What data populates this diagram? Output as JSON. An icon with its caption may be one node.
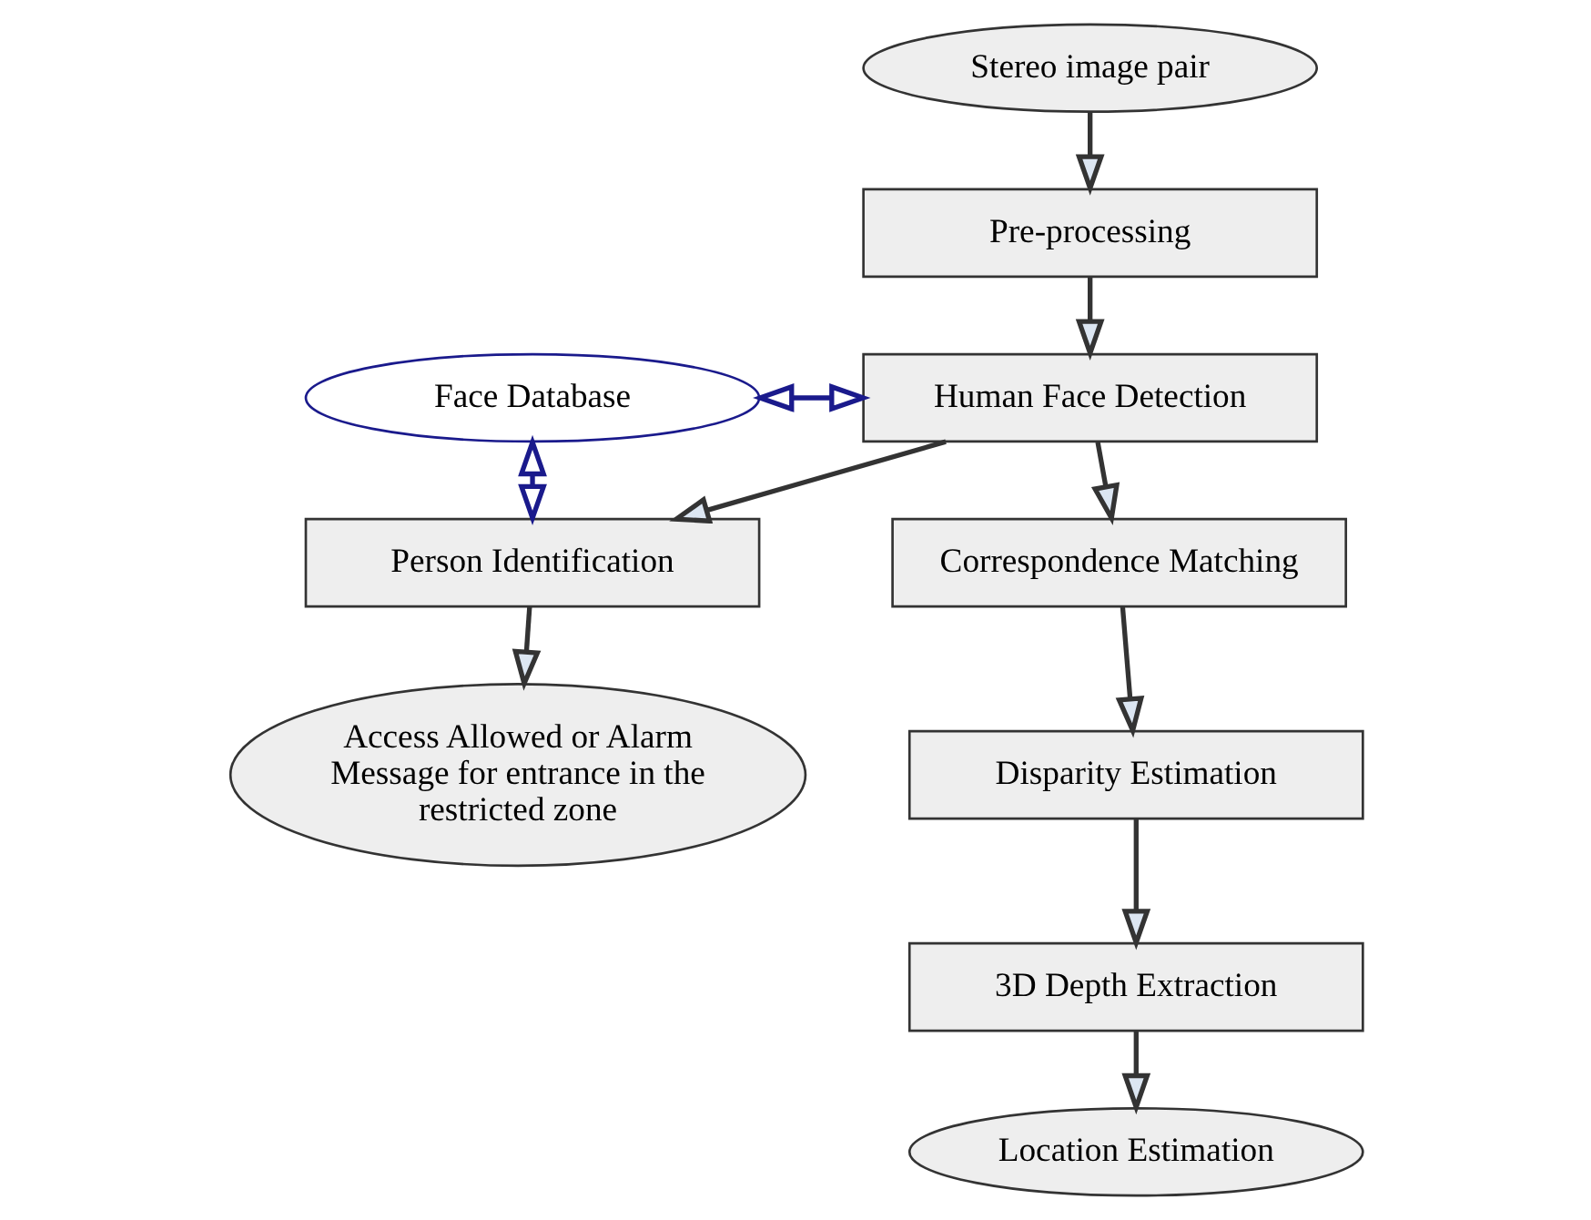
{
  "diagram": {
    "nodes": [
      {
        "text": [
          "Stereo image pair"
        ]
      },
      {
        "text": [
          "Pre-processing"
        ]
      },
      {
        "text": [
          "Human Face Detection"
        ]
      },
      {
        "text": [
          "Face Database"
        ]
      },
      {
        "text": [
          "Person Identification"
        ]
      },
      {
        "text": [
          "Access Allowed or Alarm Message for entrance in the restricted zone"
        ]
      },
      {
        "text": [
          "Correspondence Matching"
        ]
      },
      {
        "text": [
          "Disparity Estimation"
        ]
      },
      {
        "text": [
          "3D Depth Extraction"
        ]
      },
      {
        "text": [
          "Location Estimation"
        ]
      }
    ],
    "edges": [
      {
        "from": 0,
        "to": 1,
        "arrow": "to"
      },
      {
        "from": 1,
        "to": 2,
        "arrow": "to"
      },
      {
        "from": 3,
        "to": 2,
        "arrow": "both",
        "color": "#1a1a8c"
      },
      {
        "from": 2,
        "to": 4,
        "arrow": "to"
      },
      {
        "from": 2,
        "to": 6,
        "arrow": "to"
      },
      {
        "from": 3,
        "to": 4,
        "arrow": "both",
        "color": "#1a1a8c"
      },
      {
        "from": 4,
        "to": 5,
        "arrow": "to"
      },
      {
        "from": 6,
        "to": 7,
        "arrow": "to"
      },
      {
        "from": 7,
        "to": 8,
        "arrow": "to"
      },
      {
        "from": 8,
        "to": 9,
        "arrow": "to"
      }
    ]
  }
}
